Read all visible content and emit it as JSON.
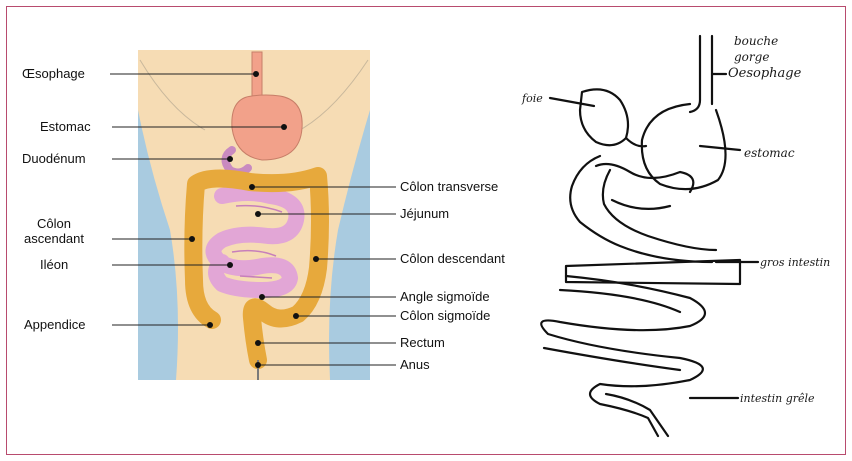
{
  "left_diagram": {
    "labels": {
      "oesophage": "Œsophage",
      "estomac": "Estomac",
      "duodenum": "Duodénum",
      "colon_ascendant": "Côlon\nascendant",
      "ileon": "Iléon",
      "appendice": "Appendice",
      "colon_transverse": "Côlon transverse",
      "jejunum": "Jéjunum",
      "colon_descendant": "Côlon descendant",
      "angle_sigmoide": "Angle sigmoïde",
      "colon_sigmoide": "Côlon sigmoïde",
      "rectum": "Rectum",
      "anus": "Anus"
    }
  },
  "right_drawing": {
    "labels": {
      "bouche": "bouche",
      "gorge": "gorge",
      "oesophage": "Oesophage",
      "foie": "foie",
      "estomac": "estomac",
      "gros_intestin": "gros intestin",
      "intestin_grele": "intestin grêle"
    }
  },
  "colors": {
    "frame": "#b84b6e",
    "skin": "#f6dcb4",
    "limb": "#a9cbe0",
    "colon": "#e7a93c",
    "small_intestine": "#e2a6d6",
    "stomach": "#f2a18a"
  }
}
